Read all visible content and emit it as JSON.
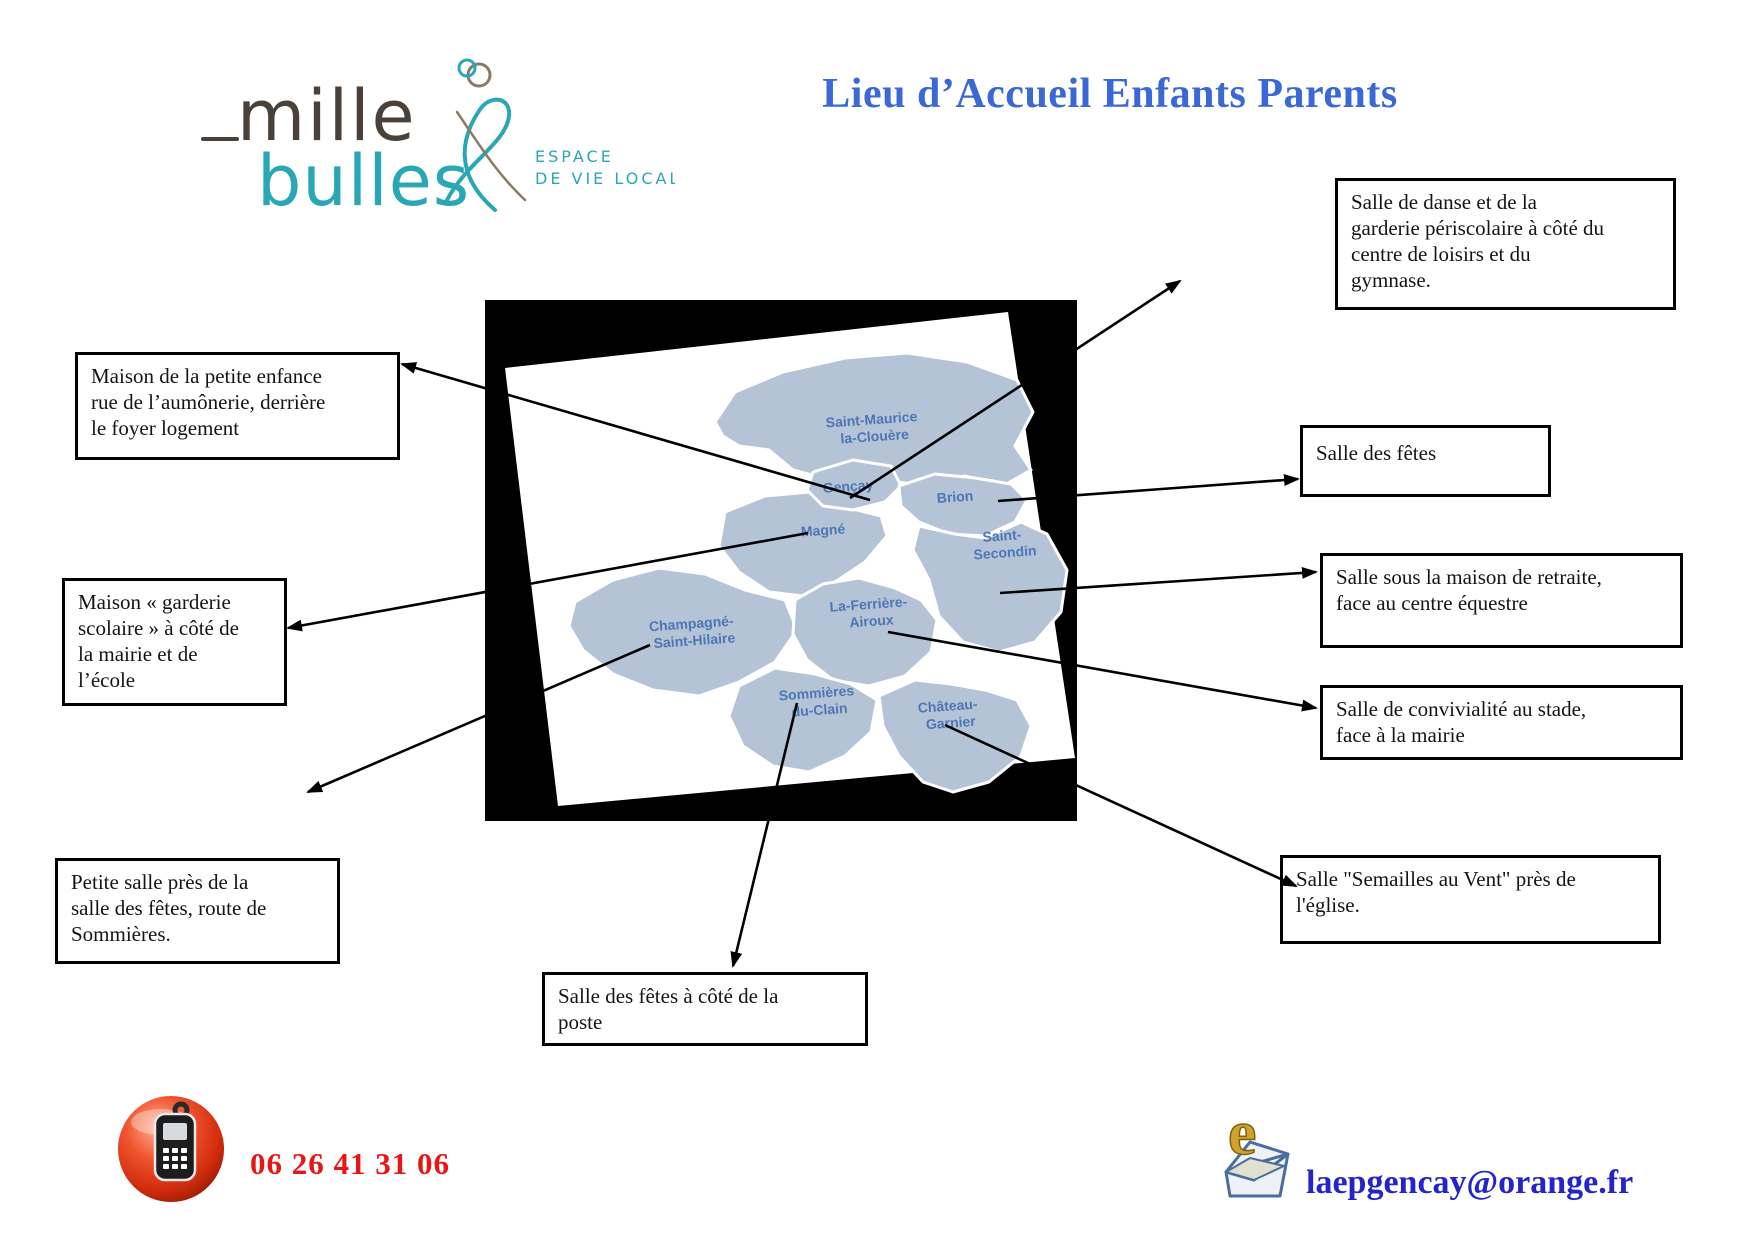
{
  "header": {
    "logo": {
      "word1": "mille",
      "word2": "bulles",
      "tagline_line1": "ESPACE",
      "tagline_line2": "DE VIE LOCALE"
    },
    "title": "Lieu d’Accueil Enfants Parents"
  },
  "map": {
    "communes": [
      {
        "lines": [
          "Saint-Maurice",
          "la-Clouère"
        ]
      },
      {
        "lines": [
          "Gençay",
          ""
        ]
      },
      {
        "lines": [
          "Brion",
          ""
        ]
      },
      {
        "lines": [
          "Magné",
          ""
        ]
      },
      {
        "lines": [
          "Saint-",
          "Secondin"
        ]
      },
      {
        "lines": [
          "Champagné-",
          "Saint-Hilaire"
        ]
      },
      {
        "lines": [
          "La-Ferrière-",
          "Airoux"
        ]
      },
      {
        "lines": [
          "Sommières",
          "du-Clain"
        ]
      },
      {
        "lines": [
          "Château-",
          "Garnier"
        ]
      }
    ]
  },
  "callouts": [
    {
      "text": "Salle de danse et de la\ngarderie périscolaire à côté du\ncentre de loisirs et du\ngymnase."
    },
    {
      "text": "Maison de la petite enfance\nrue de l’aumônerie, derrière\nle foyer logement"
    },
    {
      "text": "Salle des fêtes"
    },
    {
      "text": "Maison « garderie\nscolaire » à côté de\nla mairie et de\nl’école"
    },
    {
      "text": "Salle sous la maison de retraite,\nface au centre équestre"
    },
    {
      "text": "Salle de convivialité au stade,\nface à la mairie"
    },
    {
      "text": "Petite salle près de la\nsalle des fêtes, route de\nSommières."
    },
    {
      "text": "Salle \"Semailles au Vent\" près de\nl'église."
    },
    {
      "text": "Salle des fêtes à côté de la\nposte"
    }
  ],
  "footer": {
    "phone": "06 26 41 31 06",
    "email": "laepgencay@orange.fr"
  },
  "colors": {
    "title_blue": "#3a68d6",
    "phone_red": "#e81616",
    "email_blue": "#2424cb",
    "logo_teal": "#2aa7b5",
    "logo_dark": "#4a423a",
    "commune_fill": "#b5c3d7",
    "commune_label": "#4c77b5"
  }
}
